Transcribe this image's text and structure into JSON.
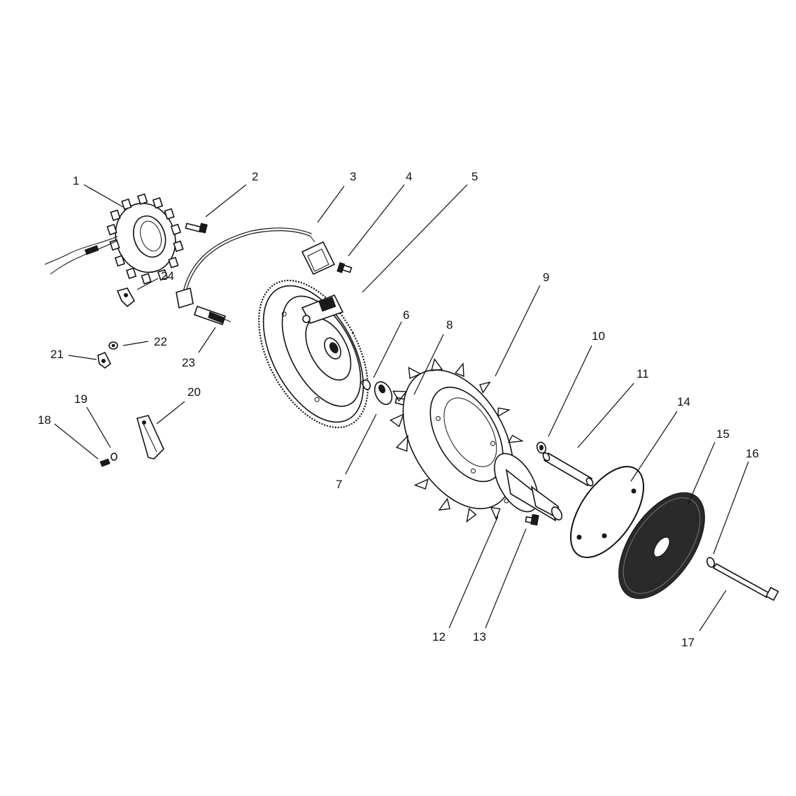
{
  "callouts": [
    {
      "number": "1"
    },
    {
      "number": "2"
    },
    {
      "number": "3"
    },
    {
      "number": "4"
    },
    {
      "number": "5"
    },
    {
      "number": "6"
    },
    {
      "number": "7"
    },
    {
      "number": "8"
    },
    {
      "number": "9"
    },
    {
      "number": "10"
    },
    {
      "number": "11"
    },
    {
      "number": "12"
    },
    {
      "number": "13"
    },
    {
      "number": "14"
    },
    {
      "number": "15"
    },
    {
      "number": "16"
    },
    {
      "number": "17"
    },
    {
      "number": "18"
    },
    {
      "number": "19"
    },
    {
      "number": "20"
    },
    {
      "number": "21"
    },
    {
      "number": "22"
    },
    {
      "number": "23"
    },
    {
      "number": "24"
    }
  ],
  "colors": {
    "line": "#111111",
    "background": "#ffffff"
  }
}
